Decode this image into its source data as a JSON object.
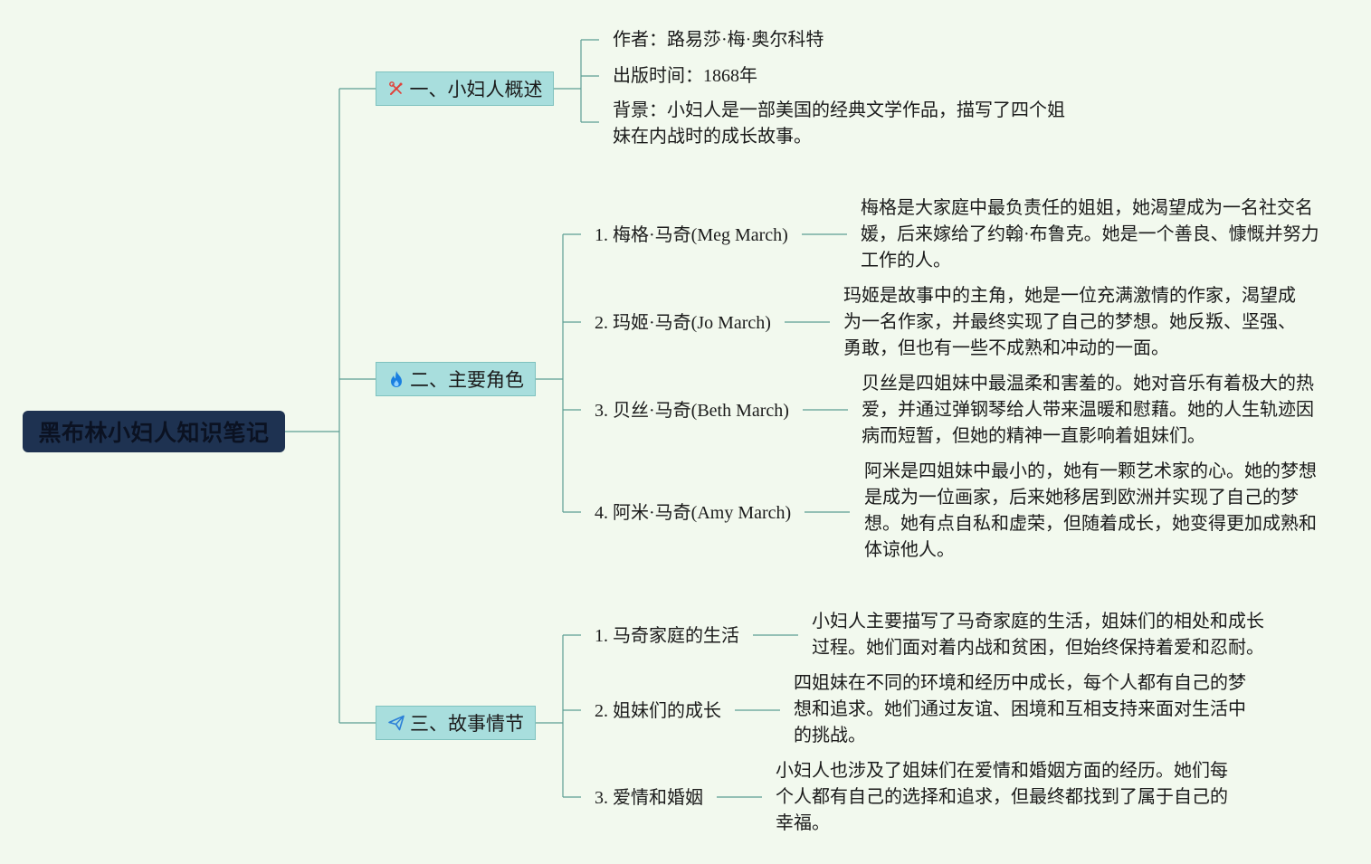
{
  "root": {
    "title": "黑布林小妇人知识笔记"
  },
  "sections": [
    {
      "icon": "tools-icon",
      "label": "一、小妇人概述",
      "items": [
        {
          "text": "作者：路易莎·梅·奥尔科特"
        },
        {
          "text": "出版时间：1868年"
        },
        {
          "text": "背景：小妇人是一部美国的经典文学作品，描写了四个姐妹在内战时的成长故事。"
        }
      ]
    },
    {
      "icon": "fire-icon",
      "label": "二、主要角色",
      "items": [
        {
          "label": "1. 梅格·马奇(Meg March)",
          "desc": "梅格是大家庭中最负责任的姐姐，她渴望成为一名社交名媛，后来嫁给了约翰·布鲁克。她是一个善良、慷慨并努力工作的人。"
        },
        {
          "label": "2. 玛姬·马奇(Jo March)",
          "desc": "玛姬是故事中的主角，她是一位充满激情的作家，渴望成为一名作家，并最终实现了自己的梦想。她反叛、坚强、勇敢，但也有一些不成熟和冲动的一面。"
        },
        {
          "label": "3. 贝丝·马奇(Beth March)",
          "desc": "贝丝是四姐妹中最温柔和害羞的。她对音乐有着极大的热爱，并通过弹钢琴给人带来温暖和慰藉。她的人生轨迹因病而短暂，但她的精神一直影响着姐妹们。"
        },
        {
          "label": "4. 阿米·马奇(Amy March)",
          "desc": "阿米是四姐妹中最小的，她有一颗艺术家的心。她的梦想是成为一位画家，后来她移居到欧洲并实现了自己的梦想。她有点自私和虚荣，但随着成长，她变得更加成熟和体谅他人。"
        }
      ]
    },
    {
      "icon": "paper-plane-icon",
      "label": "三、故事情节",
      "items": [
        {
          "label": "1. 马奇家庭的生活",
          "desc": "小妇人主要描写了马奇家庭的生活，姐妹们的相处和成长过程。她们面对着内战和贫困，但始终保持着爱和忍耐。"
        },
        {
          "label": "2. 姐妹们的成长",
          "desc": "四姐妹在不同的环境和经历中成长，每个人都有自己的梦想和追求。她们通过友谊、困境和互相支持来面对生活中的挑战。"
        },
        {
          "label": "3. 爱情和婚姻",
          "desc": "小妇人也涉及了姐妹们在爱情和婚姻方面的经历。她们每个人都有自己的选择和追求，但最终都找到了属于自己的幸福。"
        }
      ]
    }
  ]
}
